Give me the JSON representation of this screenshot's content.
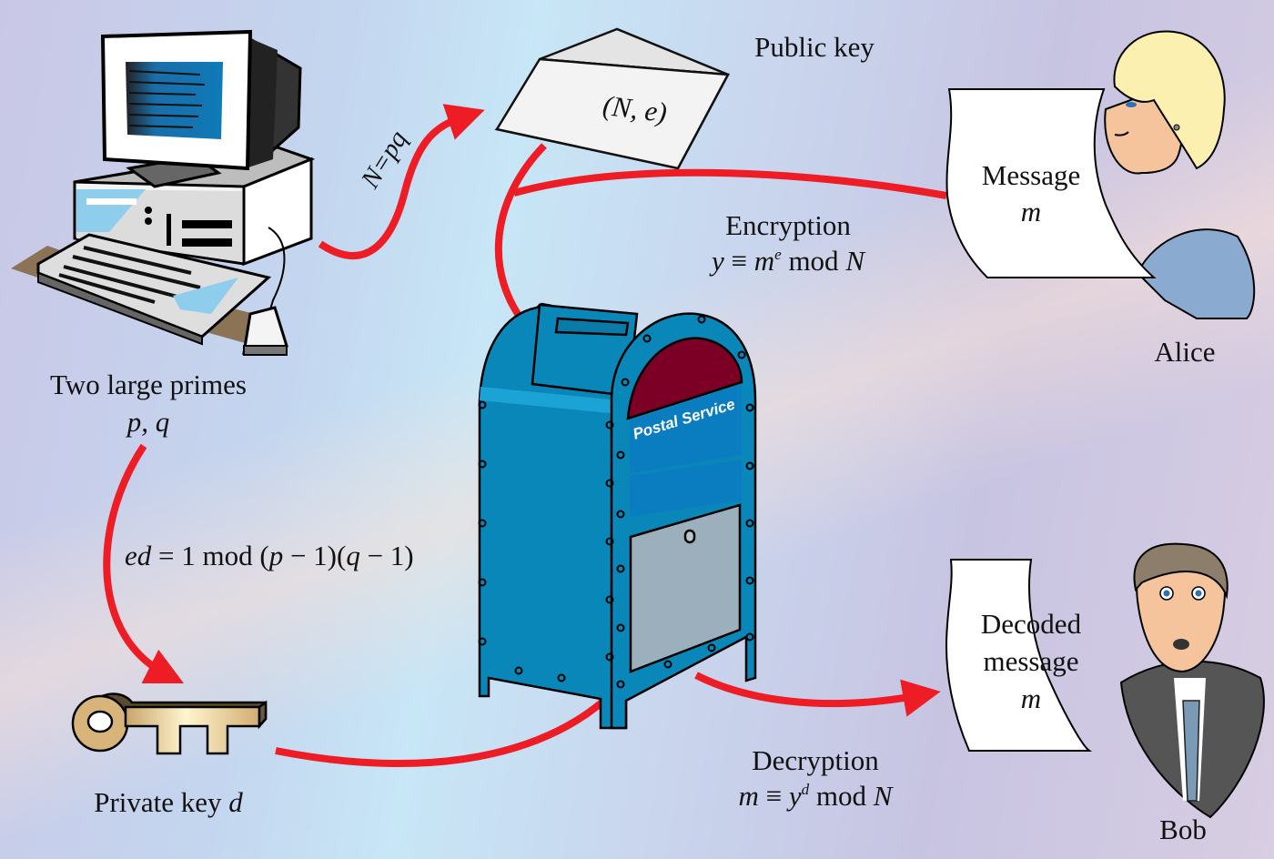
{
  "diagram": {
    "title": "RSA public-key cryptosystem illustrated with a mailbox",
    "colors": {
      "arrow": "#ee1c25",
      "mailbox_body": "#0a87b9",
      "mailbox_dark": "#006e9b",
      "mailbox_dome": "#7c0026",
      "mailbox_door": "#9bb0bc",
      "paper": "#ffffff",
      "key_gold": "#d9b47a"
    },
    "nodes": {
      "computer": {
        "label_line1": "Two large primes",
        "label_line2": "p, q"
      },
      "public_key": {
        "label": "Public key",
        "envelope_text": "(N, e)"
      },
      "alice": {
        "name": "Alice",
        "paper_line1": "Message",
        "paper_line2": "m"
      },
      "bob": {
        "name": "Bob",
        "paper_line1": "Decoded",
        "paper_line2": "message",
        "paper_line3": "m"
      },
      "private_key": {
        "label_text": "Private key ",
        "label_var": "d"
      },
      "mailbox": {
        "sign": "Postal Service"
      }
    },
    "edges": {
      "computer_to_public_key": {
        "label": "N=pq"
      },
      "primes_to_private_key": {
        "label_var": "ed",
        "label_rest": " = 1 mod (",
        "label_p": "p",
        "label_mid": " − 1)(",
        "label_q": "q",
        "label_end": " − 1)"
      },
      "encryption": {
        "title": "Encryption",
        "lhs": "y",
        "op": " ≡ ",
        "base": "m",
        "exp": "e",
        "rhs": " mod ",
        "mod": "N"
      },
      "decryption": {
        "title": "Decryption",
        "lhs": "m",
        "op": " ≡ ",
        "base": "y",
        "exp": "d",
        "rhs": " mod ",
        "mod": "N"
      }
    }
  }
}
